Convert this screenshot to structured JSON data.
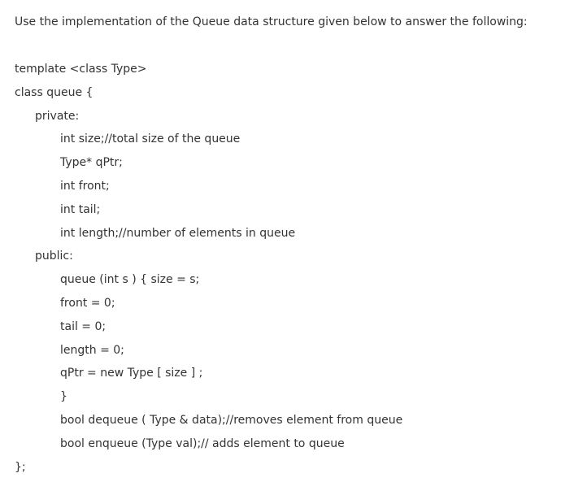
{
  "intro": "Use the implementation of the Queue data structure given below to answer the following:",
  "code_lines": [
    "template <class Type>",
    "class queue {",
    "private:",
    "int size;//total size of the queue",
    "Type* qPtr;",
    "int front;",
    "int tail;",
    "int length;//number of elements in queue",
    "public:",
    "queue (int s ) { size = s;",
    "front = 0;",
    "tail = 0;",
    "length = 0;",
    "qPtr = new Type [ size ] ;",
    "}",
    "bool dequeue ( Type & data);//removes element from queue",
    "bool enqueue (Type val);// adds element to queue",
    "};"
  ]
}
